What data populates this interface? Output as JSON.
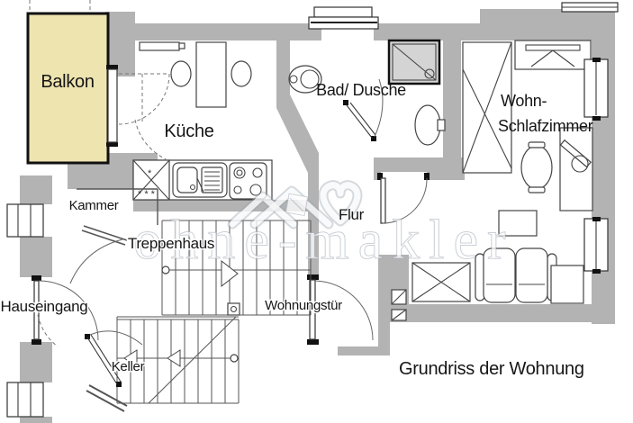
{
  "title": "Grundriss der Wohnung",
  "watermark": {
    "text": "ohne-makler"
  },
  "labels": {
    "balkon": "Balkon",
    "kueche": "Küche",
    "bad": "Bad/ Dusche",
    "wohn_line1": "Wohn-",
    "wohn_line2": "Schlafzimmer",
    "kammer": "Kammer",
    "treppenhaus": "Treppenhaus",
    "hauseingang": "Hauseingang",
    "flur": "Flur",
    "wohnungstuer": "Wohnungstür",
    "keller": "Keller"
  },
  "colors": {
    "wall": "#b3b3b3",
    "balcony_fill": "#ede4b0",
    "shower_fill": "#d4d4d4",
    "line": "#3a3a3a",
    "watermark": "#ffffff"
  }
}
